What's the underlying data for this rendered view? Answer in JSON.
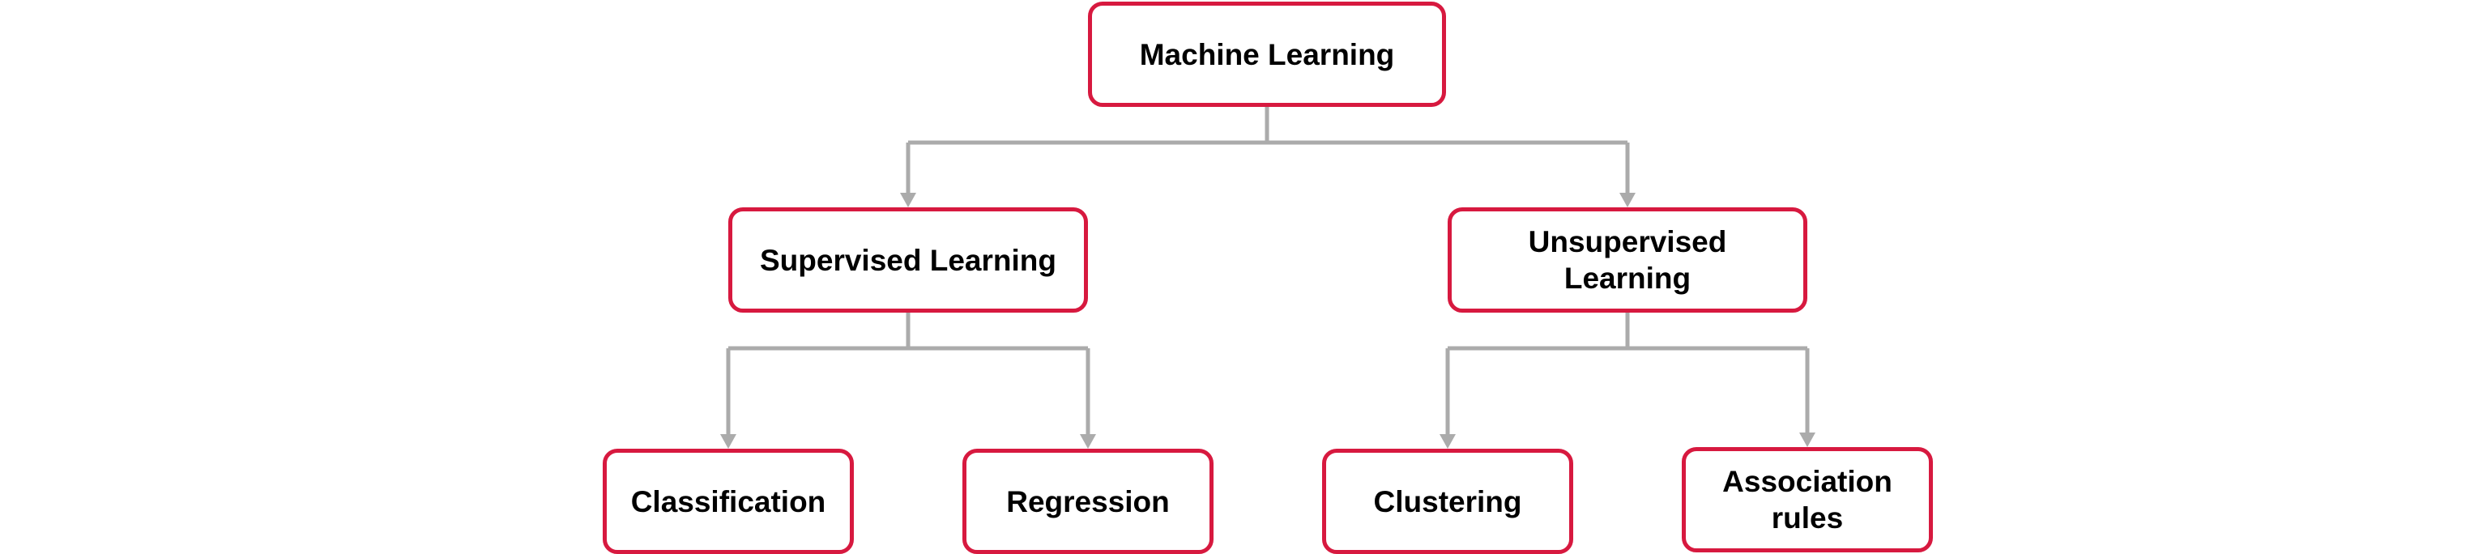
{
  "diagram": {
    "root": {
      "label": "Machine Learning"
    },
    "supervised": {
      "label": "Supervised Learning"
    },
    "unsupervised": {
      "label": "Unsupervised\nLearning"
    },
    "classification": {
      "label": "Classification"
    },
    "regression": {
      "label": "Regression"
    },
    "clustering": {
      "label": "Clustering"
    },
    "association": {
      "label": "Association\nrules"
    },
    "colors": {
      "node_border": "#d7193f",
      "connector": "#ababab",
      "text": "#000000",
      "background": "#ffffff"
    }
  }
}
